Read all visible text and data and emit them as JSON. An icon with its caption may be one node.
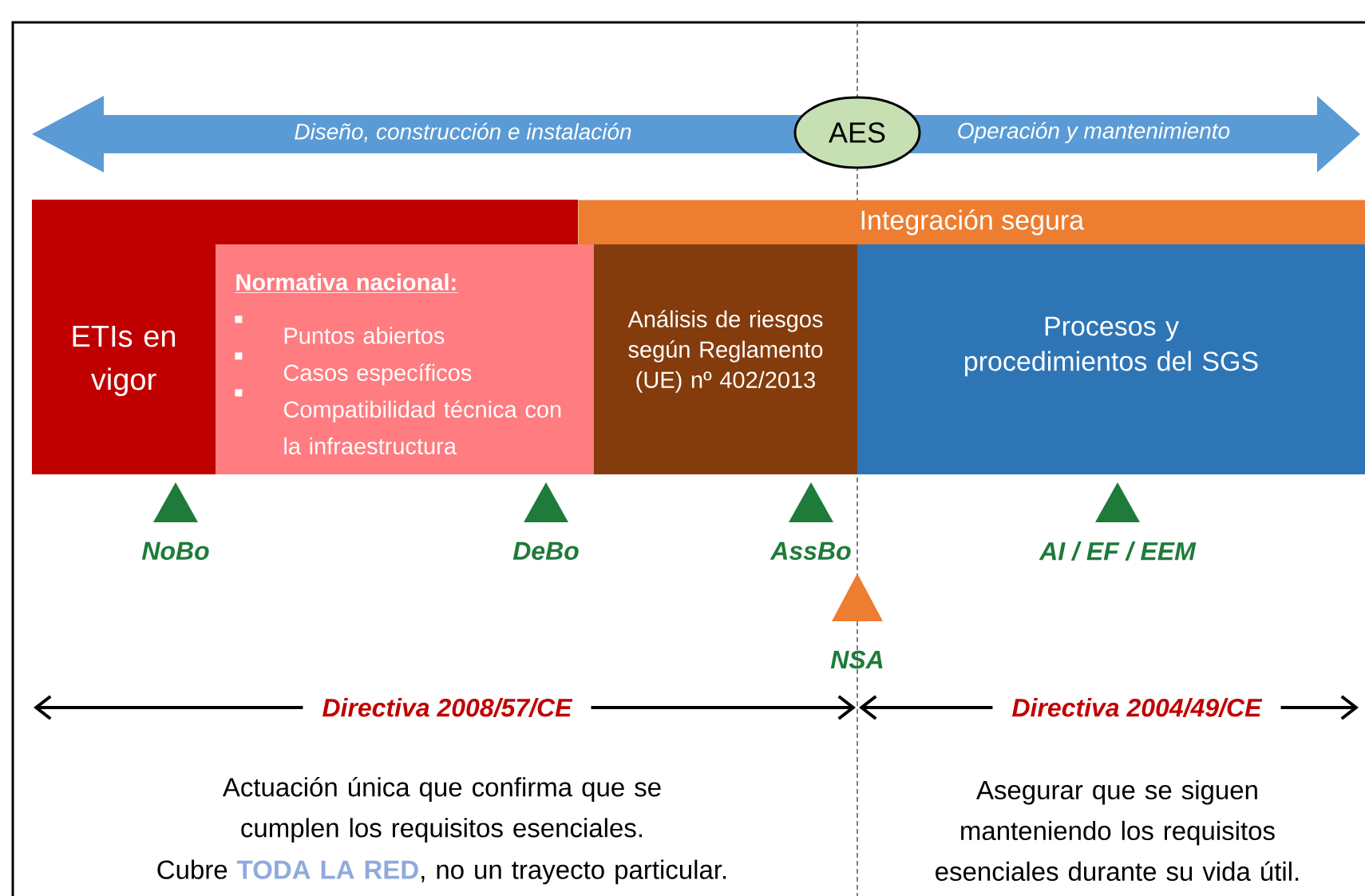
{
  "diagram": {
    "nodes": [
      {
        "text": [
          "AES"
        ]
      },
      {
        "text": [
          "Integración segura"
        ]
      },
      {
        "text": [
          "ETIs en vigor"
        ]
      },
      {
        "text": [
          "Normativa nacional:",
          "Puntos abiertos",
          "Casos específicos",
          "Compatibilidad técnica con la infraestructura"
        ]
      },
      {
        "text": [
          "Análisis de riesgos según Reglamento (UE) nº 402/2013"
        ]
      },
      {
        "text": [
          "Procesos y procedimientos del SGS"
        ]
      }
    ],
    "labels": [
      "Diseño, construcción e instalación",
      "Operación y mantenimiento",
      "NoBo",
      "DeBo",
      "AssBo",
      "AI / EF / EEM",
      "NSA",
      "Directiva 2008/57/CE",
      "Directiva 2004/49/CE",
      "Actuación única que confirma que se cumplen los requisitos esenciales.",
      "Cubre **TODA LA RED**, no un trayecto particular.",
      "Asegurar que se siguen manteniendo los requisitos esenciales durante su vida útil."
    ]
  }
}
